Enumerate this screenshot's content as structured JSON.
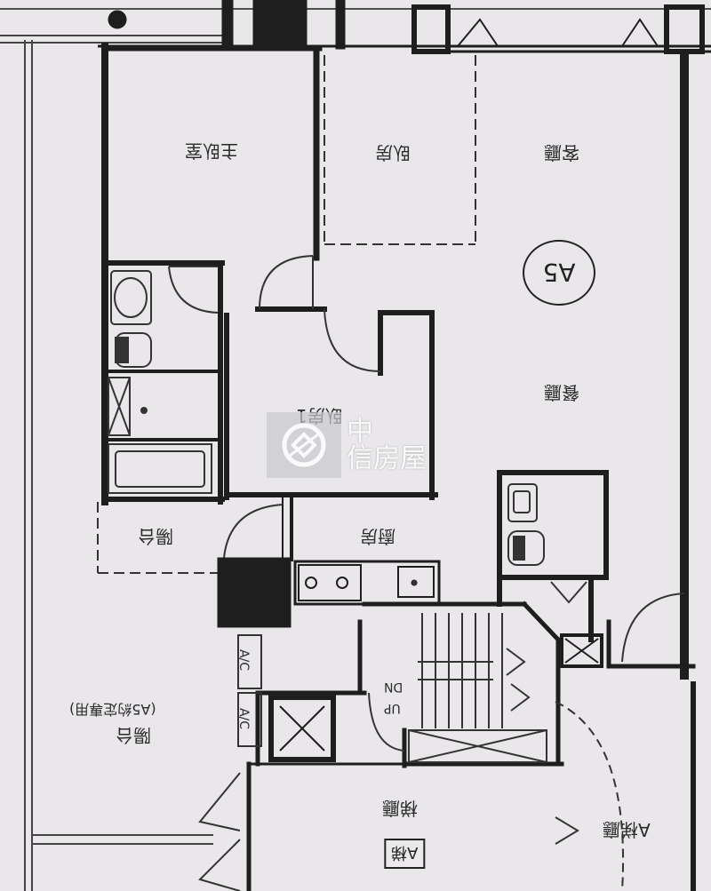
{
  "unit_tag": "A5",
  "rooms": {
    "master_bedroom": "主臥室",
    "bedroom_a": "臥房",
    "living_room": "客廳",
    "bedroom_b": "臥房1",
    "dining_room": "餐廳",
    "kitchen": "廚房",
    "balcony_small": "陽台",
    "balcony_large": "陽台",
    "balcony_note": "(A5約定專用)",
    "lobby": "梯廳",
    "lobby_a": "A梯廳"
  },
  "tags": {
    "elevator_a": "A梯",
    "ac_unit_1": "A/C",
    "ac_unit_2": "A/C",
    "stair_up": "UP",
    "stair_dn": "DN"
  },
  "watermark": {
    "line1": "中",
    "line2": "信房屋"
  },
  "colors": {
    "background": "#e9e7ea",
    "wall": "#1e1e1e",
    "line": "#333333"
  }
}
